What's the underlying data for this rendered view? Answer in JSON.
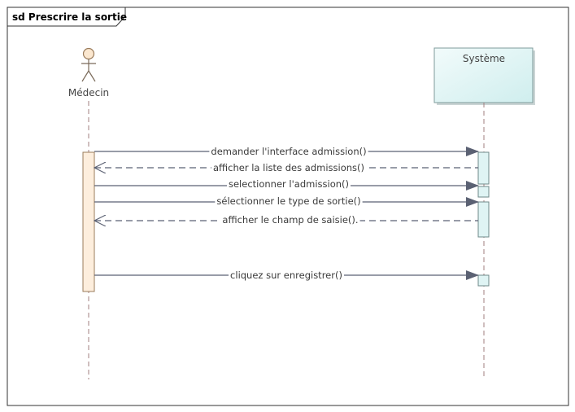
{
  "frame": {
    "title": "sd Prescrire la sortie"
  },
  "participants": {
    "actor": {
      "name": "Médecin"
    },
    "system": {
      "name": "Système"
    }
  },
  "messages": [
    {
      "label": "demander l'interface admission()",
      "direction": "to-system",
      "style": "solid"
    },
    {
      "label": "afficher la liste des admissions()",
      "direction": "to-actor",
      "style": "dashed"
    },
    {
      "label": "selectionner l'admission()",
      "direction": "to-system",
      "style": "solid"
    },
    {
      "label": "sélectionner le type de sortie()",
      "direction": "to-system",
      "style": "solid"
    },
    {
      "label": "afficher le champ de saisie().",
      "direction": "to-actor",
      "style": "dashed"
    },
    {
      "label": "cliquez sur enregistrer()",
      "direction": "to-system",
      "style": "solid"
    }
  ],
  "colors": {
    "frame": "#333333",
    "actor_fill": "#fbe7cf",
    "actor_stroke": "#9a7c5c",
    "system_fill": "#dff4f4",
    "system_stroke": "#7f9b9b",
    "activation_actor": "#fdeedd",
    "activation_system": "#dff4f4",
    "lifeline": "#a07f7f",
    "arrow": "#5b6173"
  }
}
